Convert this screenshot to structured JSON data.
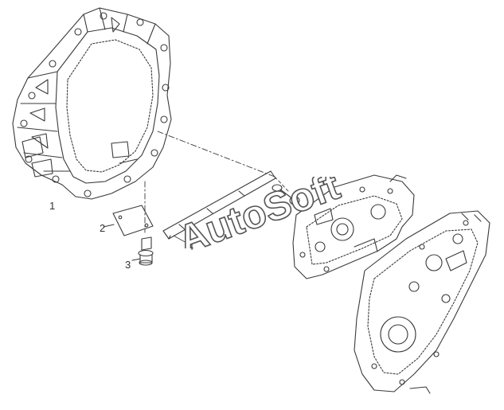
{
  "callouts": {
    "bell_housing": "1",
    "cover_plate": "2",
    "bolt": "3",
    "gasket_strip": "4"
  },
  "watermark": {
    "text": "AutoSoft",
    "fill": "#ffffff",
    "stroke": "#555555"
  },
  "colors": {
    "line": "#3a3a3a",
    "background": "#ffffff"
  }
}
